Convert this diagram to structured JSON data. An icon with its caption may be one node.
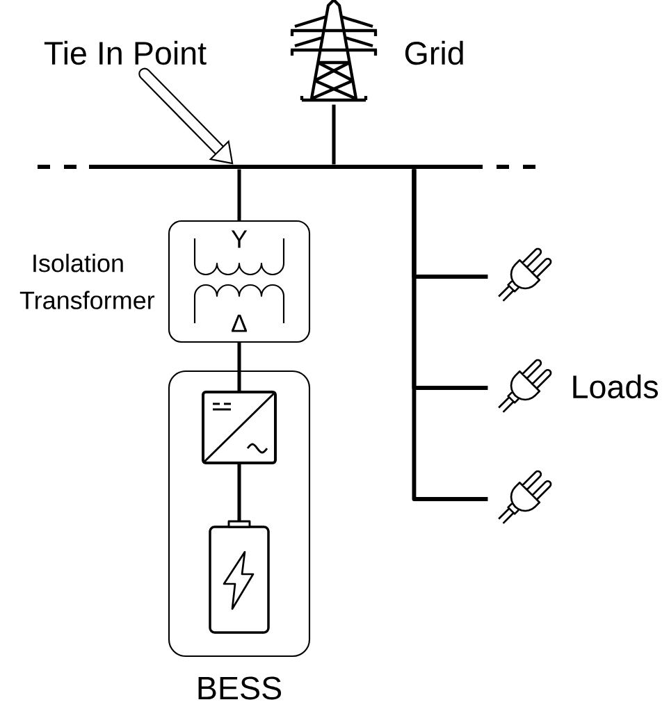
{
  "diagram": {
    "nodes": [
      {
        "text": [
          "Tie In Point"
        ]
      },
      {
        "text": [],
        "shape": "picture",
        "beside": [
          "Grid"
        ]
      },
      {
        "text": [],
        "shape": "bar"
      },
      {
        "text": [
          "Y",
          "Δ"
        ],
        "beside": [
          "Isolation Transformer"
        ]
      },
      {
        "text": [],
        "shape": "box",
        "beside": [
          "BESS"
        ]
      },
      {
        "text": [],
        "shape": "box",
        "in": 4
      },
      {
        "text": [],
        "shape": "picture",
        "in": 4
      },
      {
        "text": [],
        "shape": "picture"
      },
      {
        "text": [],
        "shape": "picture"
      },
      {
        "text": [],
        "shape": "picture"
      }
    ],
    "edges": [
      {
        "from": 0,
        "to": 2,
        "arrow": "to",
        "style": "thick"
      },
      {
        "from": 1,
        "to": 2,
        "arrow": "none"
      },
      {
        "from": 2,
        "to": 3,
        "arrow": "none"
      },
      {
        "from": 3,
        "to": 5,
        "arrow": "none"
      },
      {
        "from": 5,
        "to": 6,
        "arrow": "none"
      },
      {
        "from": 2,
        "to": 7,
        "arrow": "none"
      },
      {
        "from": 2,
        "to": 8,
        "arrow": "none"
      },
      {
        "from": 2,
        "to": 9,
        "arrow": "none"
      }
    ],
    "labels": [
      "Loads"
    ]
  }
}
